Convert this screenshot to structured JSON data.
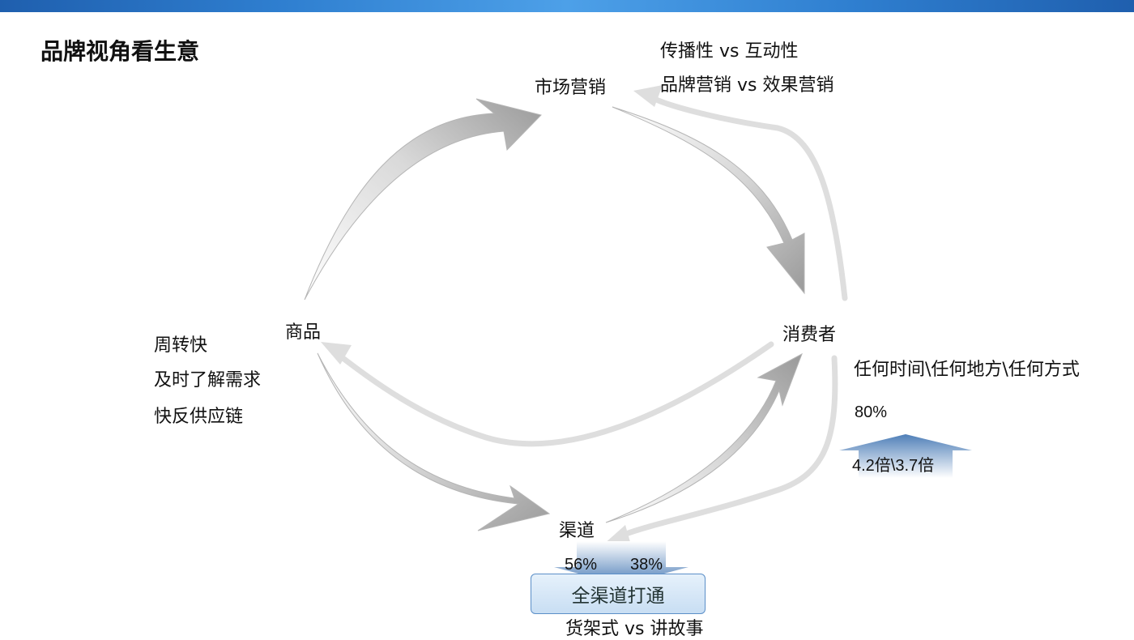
{
  "title": "品牌视角看生意",
  "nodes": {
    "marketing": "市场营销",
    "consumer": "消费者",
    "product": "商品",
    "channel": "渠道"
  },
  "notes": {
    "marketing_1": "传播性  vs 互动性",
    "marketing_2": "品牌营销  vs 效果营销",
    "product_1": "周转快",
    "product_2": "及时了解需求",
    "product_3": "快反供应链",
    "consumer_1": "任何时间\\任何地方\\任何方式",
    "consumer_pct": "80%",
    "consumer_multiplier": "4.2倍\\3.7倍",
    "channel_pct_a": "56%",
    "channel_pct_b": "38%",
    "channel_box": "全渠道打通",
    "channel_bottom": "货架式    vs  讲故事"
  },
  "colors": {
    "topbar": "#2f7fd0",
    "arrow_light": "#dcdcdc",
    "arrow_gradient_start": "#ffffff",
    "arrow_gradient_end": "#9a9a9a",
    "blue_arrow": "#5e8fc4"
  }
}
